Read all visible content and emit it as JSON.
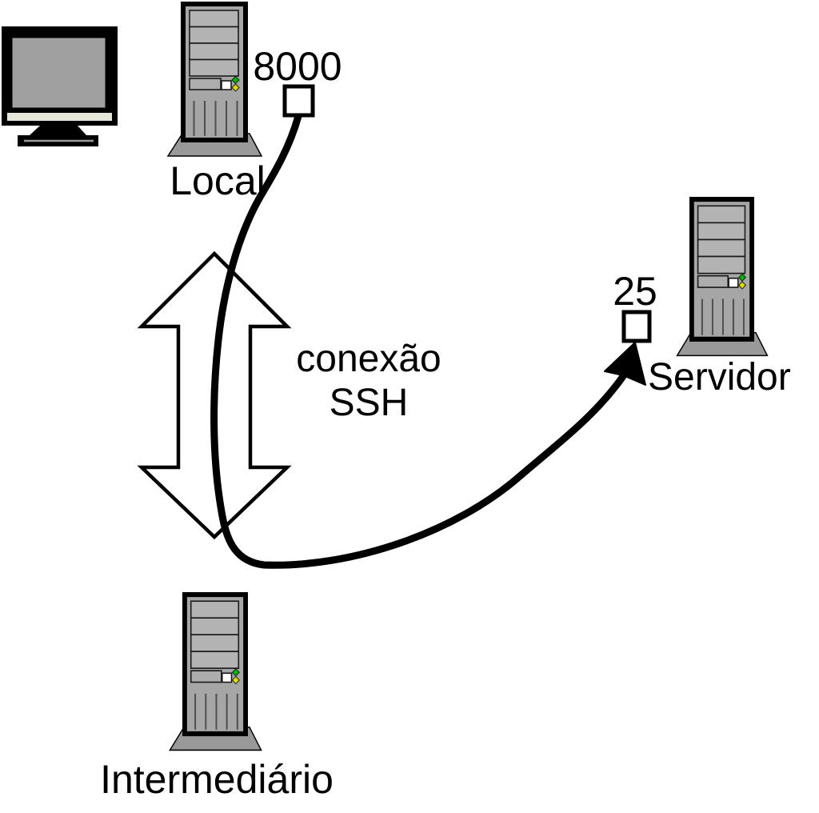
{
  "diagram": {
    "kind": "ssh-tunnel-network-diagram",
    "nodes": {
      "local": {
        "label": "Local",
        "port_label": "8000"
      },
      "intermediario": {
        "label": "Intermediário"
      },
      "servidor": {
        "label": "Servidor",
        "port_label": "25"
      }
    },
    "connection": {
      "line1": "conexão",
      "line2": "SSH"
    },
    "colors": {
      "outline": "#000000",
      "tower_body": "#a6a6a6",
      "tower_bay": "#b3b3b3",
      "tower_base": "#999999",
      "monitor_screen": "#a0a0a0",
      "monitor_strip": "#e6e6da",
      "led_green": "#00b500",
      "led_yellow": "#dcdc00",
      "port_fill": "#ffffff"
    }
  }
}
